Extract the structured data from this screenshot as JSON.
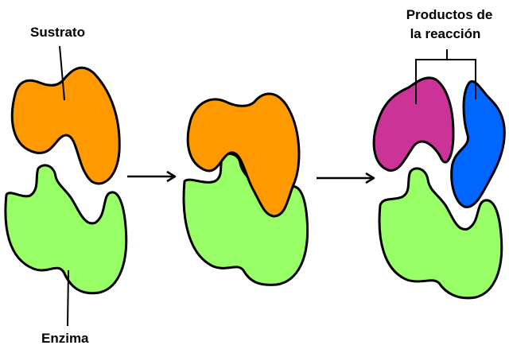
{
  "labels": {
    "substrate": "Sustrato",
    "enzyme": "Enzima",
    "products_line1": "Productos de",
    "products_line2": "la reacción"
  },
  "colors": {
    "substrate": "#ff9900",
    "enzyme": "#99ff66",
    "product_a": "#cc3399",
    "product_b": "#0066ff",
    "outline": "#000000"
  }
}
